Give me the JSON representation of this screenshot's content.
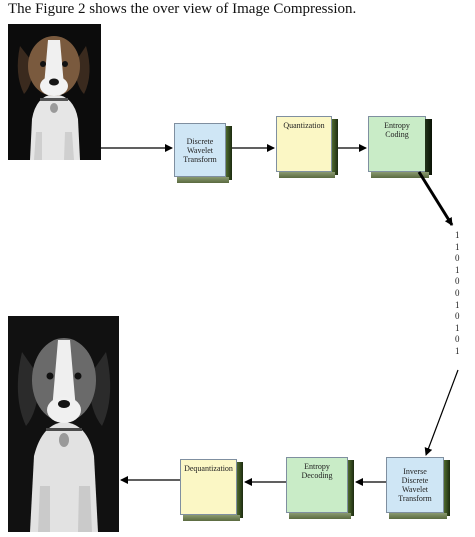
{
  "intro_text": "The Figure 2 shows the over view of Image Compression.",
  "images": {
    "original": "beagle-puppy-photo",
    "reconstructed": "beagle-puppy-reconstructed-photo"
  },
  "encoder": {
    "dwt_label": [
      "Discrete",
      "Wavelet",
      "Transform"
    ],
    "quant_label": "Quantization",
    "entropy_coding_label": [
      "Entropy",
      "Coding"
    ]
  },
  "decoder": {
    "idwt_label": [
      "Inverse",
      "Discrete",
      "Wavelet",
      "Transform"
    ],
    "entropy_decoding_label": [
      "Entropy",
      "Decoding"
    ],
    "dequant_label": "Dequantization"
  },
  "bitstream": [
    "1",
    "1",
    "0",
    "1",
    "0",
    "0",
    "1",
    "0",
    "1",
    "0",
    "1"
  ],
  "colors": {
    "blue_box": "#cfe6f5",
    "yellow_box": "#fbf7c5",
    "green_box": "#c9ecc7",
    "arrow": "#000000"
  }
}
